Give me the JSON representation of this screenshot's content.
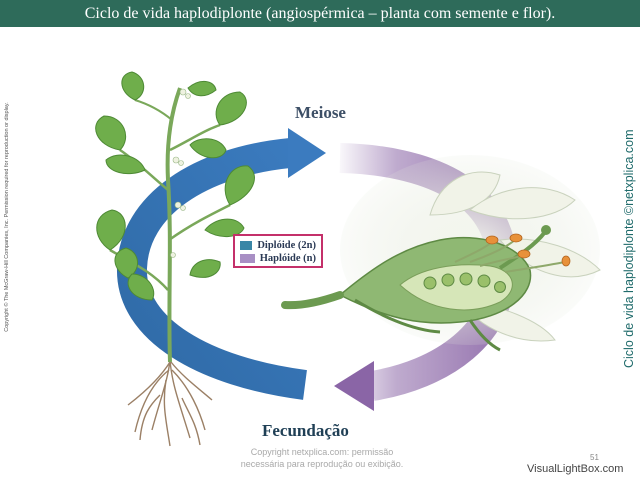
{
  "header": {
    "title": "Ciclo de vida haplodiplonte (angiospérmica – planta com semente e flor)."
  },
  "side": {
    "copyright": "Copyright © The McGraw-Hill Companies, Inc. Permission required for reproduction or display.",
    "brand": "Ciclo de vida haplodiplonte ©netxplica.com"
  },
  "diagram": {
    "meiose_label": "Meiose",
    "fecundacao_label": "Fecundação"
  },
  "legend": {
    "diploid": {
      "label": "Diplóide",
      "ploidy": "(2n)",
      "color": "#3a86a6"
    },
    "haploid": {
      "label": "Haplóide",
      "ploidy": "(n)",
      "color": "#a88fc4"
    }
  },
  "colors": {
    "diploid_arrow": "#2f6aa6",
    "haploid_arrow": "#8a65a6",
    "title_bar": "#2e6b5a",
    "legend_border": "#c4306a"
  },
  "footer": {
    "watermark_line1": "Copyright netxplica.com: permissão",
    "watermark_line2": "necessária para reprodução ou exibição.",
    "page_number": "51",
    "site": "VisualLightBox.com"
  }
}
